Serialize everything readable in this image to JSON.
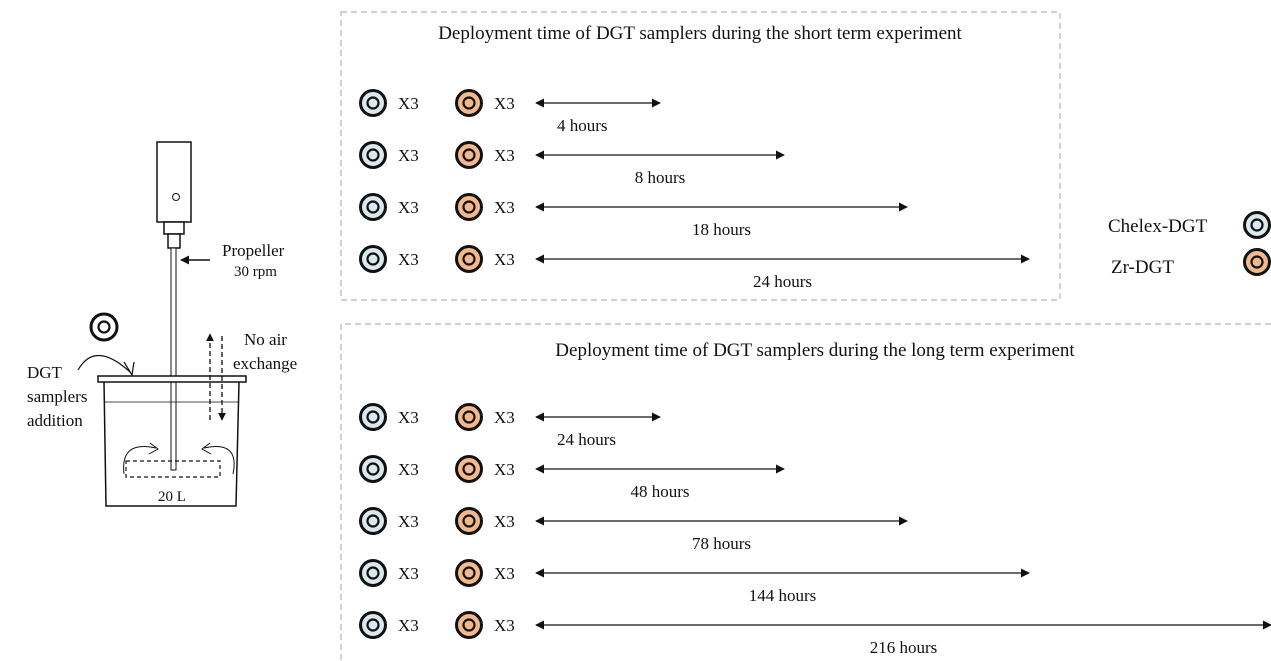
{
  "setup": {
    "propeller_label": "Propeller",
    "propeller_speed": "30 rpm",
    "air_label_1": "No air",
    "air_label_2": "exchange",
    "addition_label_1": "DGT",
    "addition_label_2": "samplers",
    "addition_label_3": "addition",
    "volume_label": "20 L"
  },
  "legend": {
    "items": [
      {
        "label": "Chelex-DGT",
        "color": "#dbe8ee"
      },
      {
        "label": "Zr-DGT",
        "color": "#f3b98c"
      }
    ]
  },
  "short_term": {
    "title": "Deployment time of DGT samplers during the short term experiment",
    "rows": [
      {
        "chelex_count": "X3",
        "zr_count": "X3",
        "duration": "4 hours",
        "hours": 4
      },
      {
        "chelex_count": "X3",
        "zr_count": "X3",
        "duration": "8 hours",
        "hours": 8
      },
      {
        "chelex_count": "X3",
        "zr_count": "X3",
        "duration": "18 hours",
        "hours": 18
      },
      {
        "chelex_count": "X3",
        "zr_count": "X3",
        "duration": "24 hours",
        "hours": 24
      }
    ]
  },
  "long_term": {
    "title": "Deployment time of DGT samplers during the long term experiment",
    "rows": [
      {
        "chelex_count": "X3",
        "zr_count": "X3",
        "duration": "24 hours",
        "hours": 24
      },
      {
        "chelex_count": "X3",
        "zr_count": "X3",
        "duration": "48 hours",
        "hours": 48
      },
      {
        "chelex_count": "X3",
        "zr_count": "X3",
        "duration": "78 hours",
        "hours": 78
      },
      {
        "chelex_count": "X3",
        "zr_count": "X3",
        "duration": "144 hours",
        "hours": 144
      },
      {
        "chelex_count": "X3",
        "zr_count": "X3",
        "duration": "216 hours",
        "hours": 216
      }
    ]
  }
}
